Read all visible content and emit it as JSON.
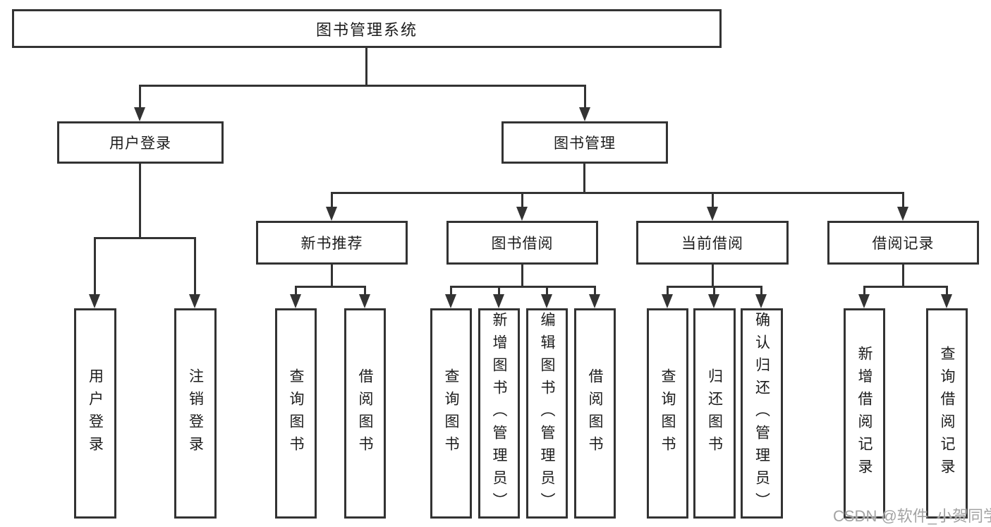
{
  "root": {
    "label": "图书管理系统"
  },
  "user_login": {
    "label": "用户登录",
    "children": [
      {
        "label": "用户登录"
      },
      {
        "label": "注销登录"
      }
    ]
  },
  "book_mgmt": {
    "label": "图书管理",
    "sections": [
      {
        "label": "新书推荐",
        "children": [
          {
            "label": "查询图书"
          },
          {
            "label": "借阅图书"
          }
        ]
      },
      {
        "label": "图书借阅",
        "children": [
          {
            "label": "查询图书"
          },
          {
            "label": "新增图书（管理员）"
          },
          {
            "label": "编辑图书（管理员）"
          },
          {
            "label": "借阅图书"
          }
        ]
      },
      {
        "label": "当前借阅",
        "children": [
          {
            "label": "查询图书"
          },
          {
            "label": "归还图书"
          },
          {
            "label": "确认归还（管理员）"
          }
        ]
      },
      {
        "label": "借阅记录",
        "children": [
          {
            "label": "新增借阅记录"
          },
          {
            "label": "查询借阅记录"
          }
        ]
      }
    ]
  },
  "watermark": {
    "text": "CSDN @软件_小贺同学"
  },
  "colors": {
    "line": "#333333",
    "text": "#1c1c1c",
    "box_background": "#ffffff",
    "page_background": "#ffffff",
    "watermark": "#a3a3a3"
  }
}
